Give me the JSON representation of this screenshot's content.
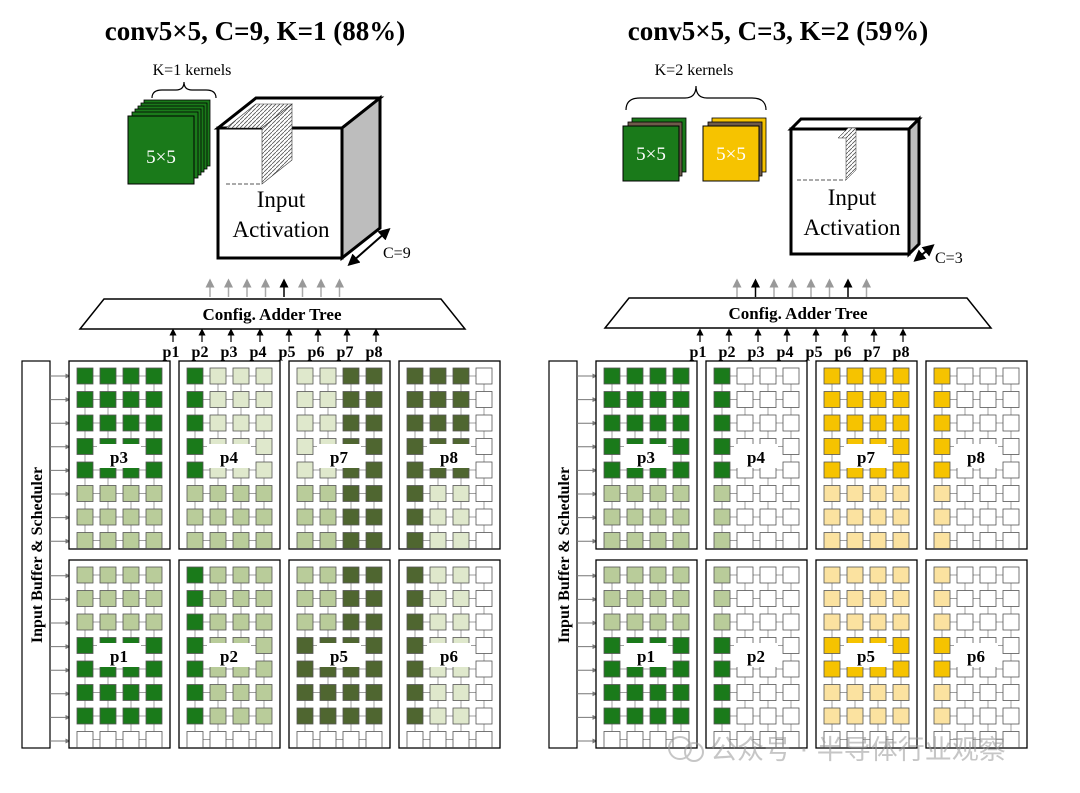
{
  "panels": [
    {
      "title": "conv5×5, C=9, K=1 (88%)",
      "kernels_label": "K=1 kernels",
      "kernel_labels": [
        "5×5"
      ],
      "activation_label_1": "Input",
      "activation_label_2": "Activation",
      "channel_label": "C=9",
      "adder_tree_label": "Config. Adder Tree",
      "side_label": "Input Buffer & Scheduler",
      "port_labels": [
        "p1",
        "p2",
        "p3",
        "p4",
        "p5",
        "p6",
        "p7",
        "p8"
      ],
      "block_labels": [
        "p3",
        "p4",
        "p7",
        "p8",
        "p1",
        "p2",
        "p5",
        "p6"
      ],
      "colors": {
        "dark": "#1a7a1a",
        "light": "#b9cc9a",
        "pale": "#dfe8cc",
        "olive": "#4f6630",
        "white": "#ffffff"
      }
    },
    {
      "title": "conv5×5, C=3, K=2 (59%)",
      "kernels_label": "K=2 kernels",
      "kernel_labels": [
        "5×5",
        "5×5"
      ],
      "activation_label_1": "Input",
      "activation_label_2": "Activation",
      "channel_label": "C=3",
      "adder_tree_label": "Config. Adder Tree",
      "side_label": "Input Buffer & Scheduler",
      "port_labels": [
        "p1",
        "p2",
        "p3",
        "p4",
        "p5",
        "p6",
        "p7",
        "p8"
      ],
      "block_labels": [
        "p3",
        "p4",
        "p7",
        "p8",
        "p1",
        "p2",
        "p5",
        "p6"
      ],
      "colors": {
        "dark": "#1a7a1a",
        "light": "#b9cc9a",
        "orange": "#f6c300",
        "lightorange": "#fbe2a0",
        "white": "#ffffff"
      }
    }
  ],
  "watermark": "公众号 · 半导体行业观察"
}
